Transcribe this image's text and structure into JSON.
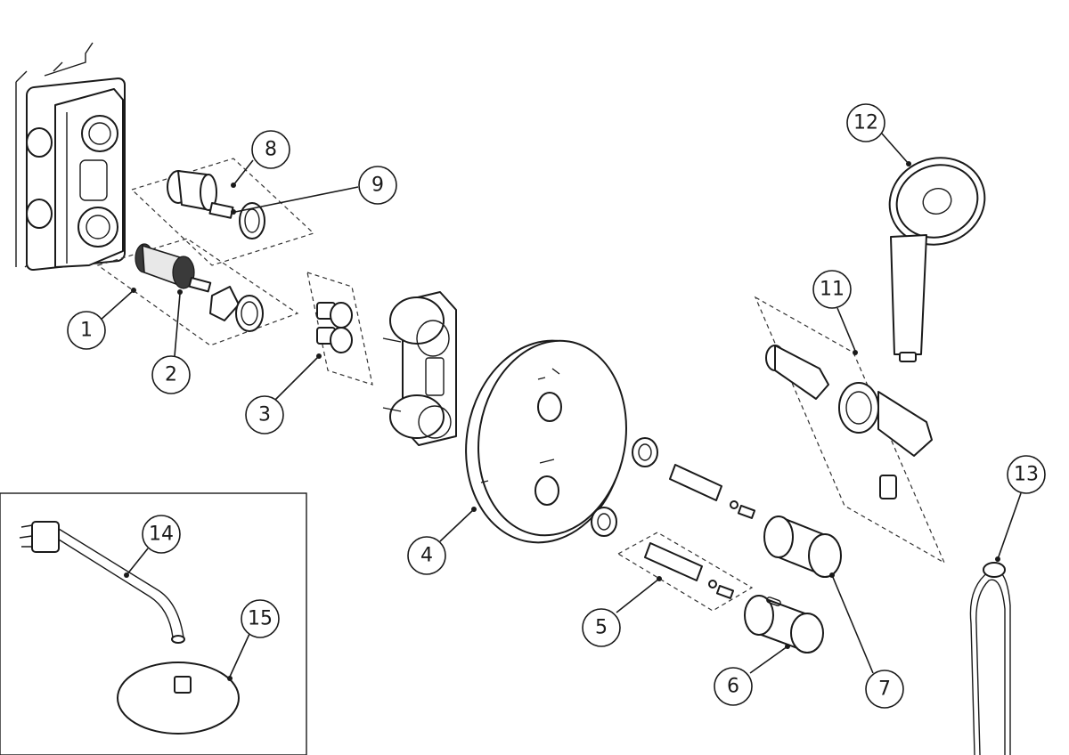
{
  "callouts": {
    "c1": "1",
    "c2": "2",
    "c3": "3",
    "c4": "4",
    "c5": "5",
    "c6": "6",
    "c7": "7",
    "c8": "8",
    "c9": "9",
    "c11": "11",
    "c12": "12",
    "c13": "13",
    "c14": "14",
    "c15": "15"
  },
  "colors": {
    "line": "#1a1a1a",
    "background": "#ffffff"
  }
}
